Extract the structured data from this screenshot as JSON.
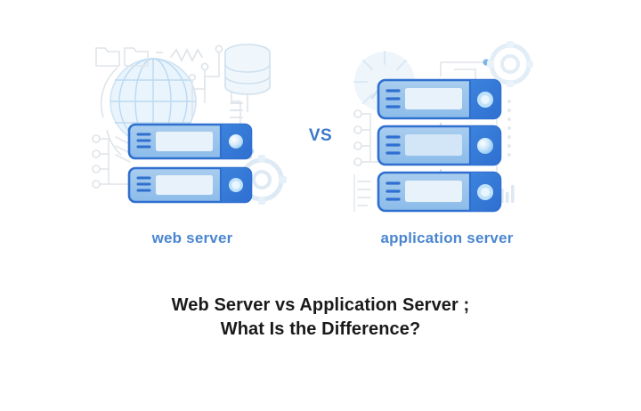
{
  "page": {
    "background_color": "#ffffff",
    "headline_color": "#1a1a1a",
    "label_color": "#4a86d0",
    "accent_blue": "#3c78c8",
    "server_blue": "#2f6fd0",
    "server_light": "#9cc4ec",
    "server_screen": "#e8f2fb",
    "decor_blue": "#d7e7f6",
    "decor_gray": "#e2e6ea"
  },
  "left_illustration": {
    "name": "web-server-illustration",
    "caption": "web server",
    "server_units": 2,
    "decor_icons": [
      "folder-icon",
      "folder-icon",
      "squiggle-icon",
      "globe-icon",
      "database-icon",
      "circuit-trace-icon",
      "circuit-nodes-icon",
      "gear-icon",
      "arc-icon"
    ]
  },
  "divider": {
    "name": "vs-label",
    "text": "VS"
  },
  "right_illustration": {
    "name": "application-server-illustration",
    "caption": "application  server",
    "server_units": 3,
    "decor_icons": [
      "gauge-icon",
      "gear-icon",
      "circuit-trace-icon",
      "circuit-nodes-icon",
      "bar-chart-icon",
      "dotted-line-icon"
    ]
  },
  "headline": {
    "line1": "Web Server vs Application Server ;",
    "line2": "What Is the Difference?"
  }
}
